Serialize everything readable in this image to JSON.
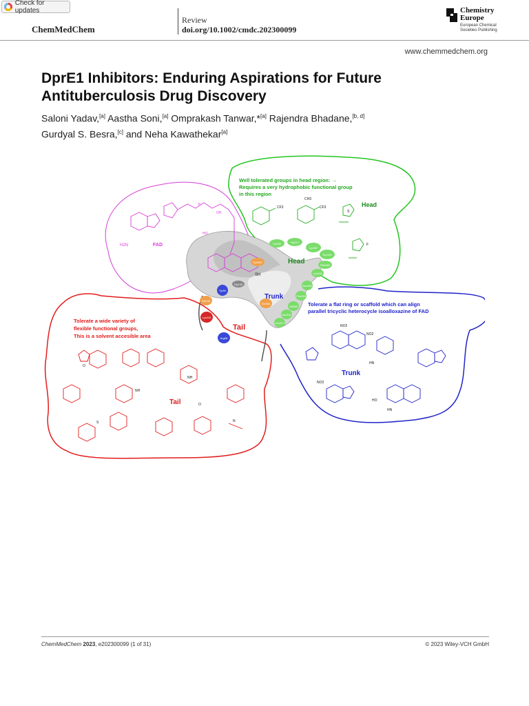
{
  "header": {
    "check_updates": "Check for updates",
    "journal": "ChemMedChem",
    "article_type": "Review",
    "doi": "doi.org/10.1002/cmdc.202300099",
    "logo_line1": "Chemistry",
    "logo_line2": "Europe",
    "logo_line3": "European Chemical Societies Publishing",
    "website": "www.chemmedchem.org"
  },
  "article": {
    "title": "DprE1 Inhibitors: Enduring Aspirations for Future Antituberculosis Drug Discovery",
    "authors": [
      {
        "name": "Saloni Yadav,",
        "aff": "[a]"
      },
      {
        "name": "Aastha Soni,",
        "aff": "[a]"
      },
      {
        "name": "Omprakash Tanwar,*",
        "aff": "[a]"
      },
      {
        "name": "Rajendra Bhadane,",
        "aff": "[b, d]"
      },
      {
        "name": "Gurdyal S. Besra,",
        "aff": "[c]"
      },
      {
        "name": "and Neha Kawathekar",
        "aff": "[a]"
      }
    ]
  },
  "figure": {
    "head_note": [
      "Well tolerated groups in head region: →",
      "Requires a very hydrophobic functional group",
      "in this region"
    ],
    "head_label": "Head",
    "head_label_protein": "Head",
    "trunk_label_protein": "Trunk",
    "tail_label_protein": "Tail",
    "trunk_note": [
      "Tolerate a flat ring or scaffold which can align",
      "parallel tricyclic heterocycle isoalloxazine of FAD"
    ],
    "trunk_label": "Trunk",
    "tail_note": [
      "Tolerate a wide variety of",
      "flexible functional groups,",
      "This is a solvent accesible area"
    ],
    "tail_label": "Tail",
    "fad_label": "FAD",
    "sh_label": "SH",
    "residues_green": [
      "Trp230",
      "Gly117",
      "Lys367",
      "Ser228",
      "Phe369",
      "Lys418",
      "Asn385",
      "Phe320",
      "Val365",
      "Asn324",
      "Leu317"
    ],
    "residues_orange": [
      "Cys387",
      "His132",
      "Gln334"
    ],
    "residues_blue": [
      "Tyr60",
      "Arg58"
    ],
    "residue_red": "Lys418",
    "residue_gray": "Gly133",
    "atom_labels": {
      "cf3": "CF3",
      "ch3": "CH3",
      "s": "S",
      "f": "F",
      "o": "O",
      "n": "N",
      "h": "H",
      "nh": "NH",
      "hn": "HN",
      "no2": "NO2",
      "oh": "OH",
      "ho": "HO",
      "p": "P",
      "nh2": "H2N"
    },
    "colors": {
      "head": "#22c41e",
      "head_text": "#1a8a1a",
      "tail": "#e21b1b",
      "trunk": "#1f22c8",
      "fad": "#d63cd6",
      "protein": "#bdbdbd"
    }
  },
  "footer": {
    "citation_journal": "ChemMedChem",
    "citation_year": "2023",
    "citation_id": ", e202300099 (1 of 31)",
    "copyright": "© 2023 Wiley-VCH GmbH"
  }
}
